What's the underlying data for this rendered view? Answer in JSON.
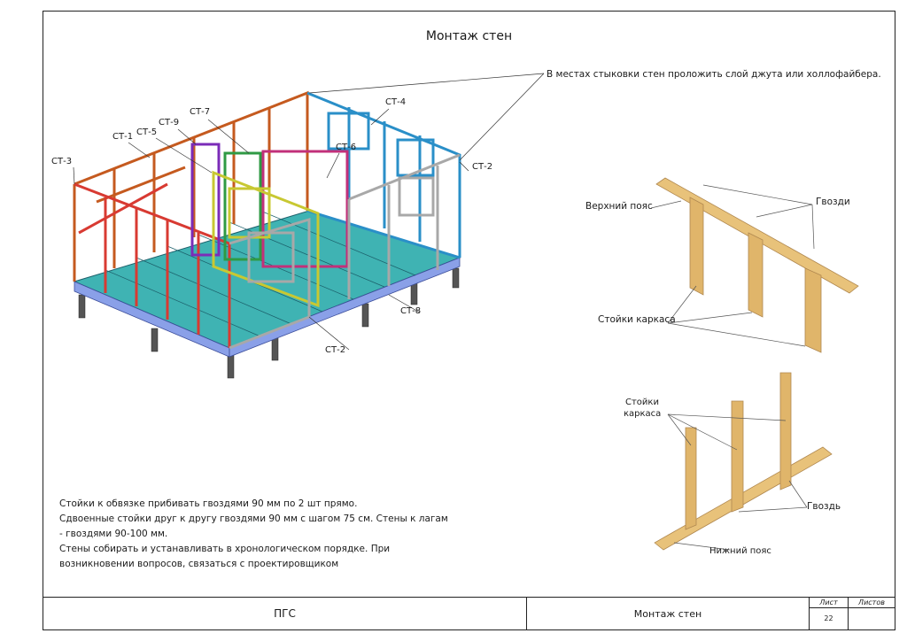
{
  "sheet": {
    "title": "Монтаж стен",
    "top_note": "В местах стыковки стен проложить слой джута или холлофайбера.",
    "notes": [
      "Стойки к обвязке прибивать гвоздями 90 мм по 2 шт прямо.",
      "Сдвоенные стойки друг к другу гвоздями 90 мм с шагом 75 см. Стены к лагам - гвоздями 90-100 мм.",
      "Стены собирать и устанавливать в хронологическом порядке. При возникновении вопросов, связаться с проектировщиком"
    ]
  },
  "wall_labels": [
    "СТ-3",
    "СТ-1",
    "СТ-5",
    "СТ-9",
    "СТ-7",
    "СТ-4",
    "СТ-6",
    "СТ-2",
    "СТ-8",
    "СТ-2"
  ],
  "detail_top": {
    "top_chord": "Верхний пояс",
    "nails": "Гвозди",
    "studs": "Стойки каркаса"
  },
  "detail_bottom": {
    "studs_line1": "Стойки",
    "studs_line2": "каркаса",
    "nail": "Гвоздь",
    "bottom_chord": "Нижний пояс"
  },
  "stamp": {
    "org": "ПГС",
    "sheet_name": "Монтаж стен",
    "sheet_header": "Лист",
    "sheets_header": "Листов",
    "sheet_number": "22",
    "sheets_total": ""
  },
  "colors": {
    "orange": "#e07a3c",
    "red": "#e0443c",
    "blue": "#3aa6d8",
    "grey": "#b8b8b8",
    "purple": "#7b2cb8",
    "green": "#2f9a44",
    "yellow": "#c8c832",
    "magenta": "#c2307a",
    "floor": "#3fb3b3",
    "wood": "#e8c27a"
  }
}
